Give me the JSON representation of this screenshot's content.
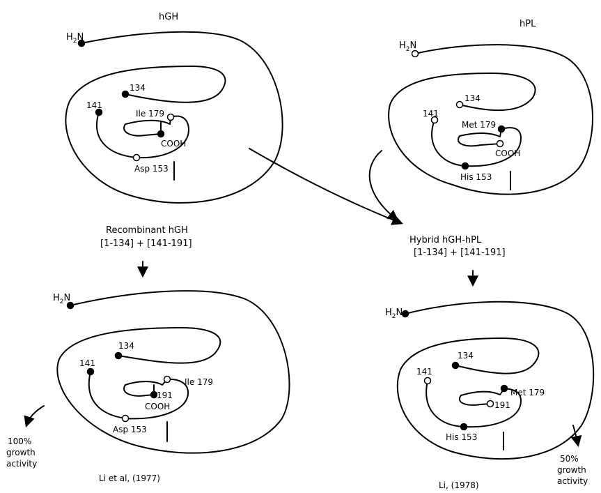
{
  "hgh": {
    "title": "hGH",
    "n_term_main": "H",
    "n_term_sub": "2",
    "n_term_tail": "N",
    "res_134": "134",
    "res_141": "141",
    "res_179": "Ile 179",
    "res_cooh": "COOH",
    "res_153": "Asp 153"
  },
  "hpl": {
    "title": "hPL",
    "n_term_main": "H",
    "n_term_sub": "2",
    "n_term_tail": "N",
    "res_134": "134",
    "res_141": "141",
    "res_179": "Met 179",
    "res_cooh": "COOH",
    "res_153": "His 153"
  },
  "recombinant": {
    "line1": "Recombinant hGH",
    "line2": "[1-134]  +  [141-191]",
    "n_term_main": "H",
    "n_term_sub": "2",
    "n_term_tail": "N",
    "res_134": "134",
    "res_141": "141",
    "res_179": "Ile 179",
    "res_191": "191",
    "res_cooh": "COOH",
    "res_153": "Asp 153",
    "activity_1": "100%",
    "activity_2": "growth",
    "activity_3": "activity",
    "citation": "Li et al, (1977)"
  },
  "hybrid": {
    "line1": "Hybrid   hGH-hPL",
    "line2": "[1-134]  +  [141-191]",
    "n_term_main": "H",
    "n_term_sub": "2",
    "n_term_tail": "N",
    "res_134": "134",
    "res_141": "141",
    "res_179": "Met 179",
    "res_191": "191",
    "res_153": "His 153",
    "activity_1": "50%",
    "activity_2": "growth",
    "activity_3": "activity",
    "citation": "Li, (1978)"
  }
}
